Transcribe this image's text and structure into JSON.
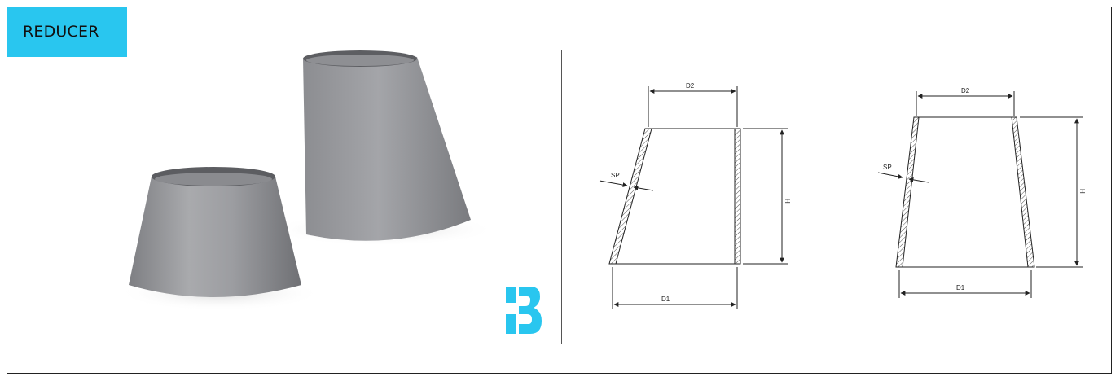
{
  "badge": {
    "label": "REDUCER",
    "color": "#29c6ef"
  },
  "drawings": {
    "concentric": {
      "top_dia": "D2",
      "bottom_dia": "D1",
      "height": "H",
      "thickness": "SP"
    },
    "eccentric": {
      "top_dia": "D2",
      "bottom_dia": "D1",
      "height": "H",
      "thickness": "SP"
    }
  },
  "logo": {
    "icon": "brand-logo-icon",
    "color": "#29c6ef"
  }
}
